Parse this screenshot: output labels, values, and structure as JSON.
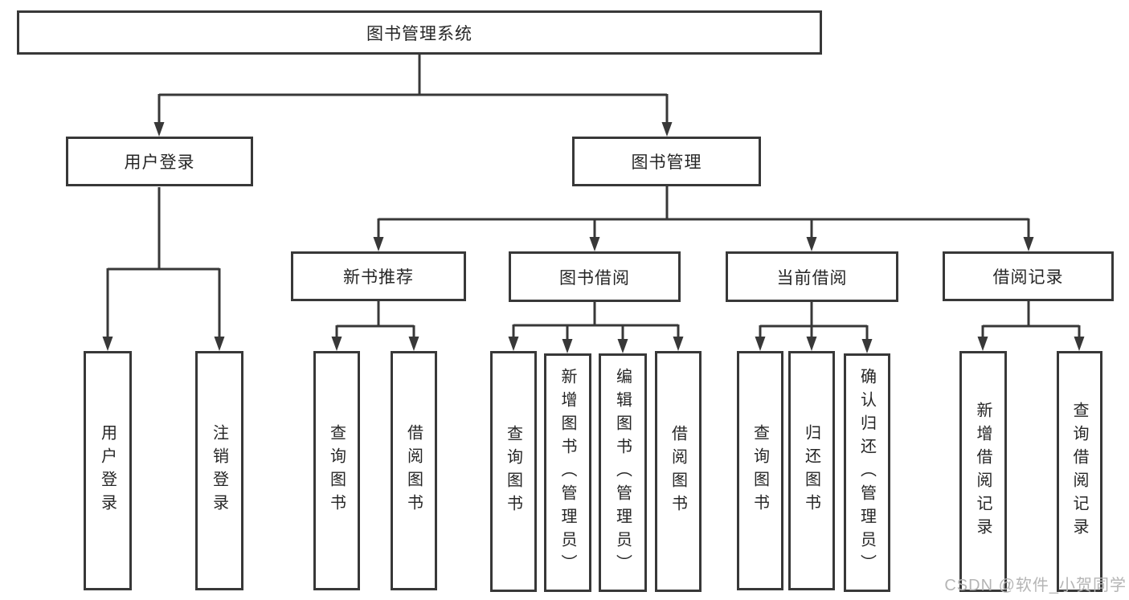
{
  "tree": {
    "label": "图书管理系统",
    "children": [
      {
        "label": "用户登录",
        "children": [
          {
            "label": "用户登录"
          },
          {
            "label": "注销登录"
          }
        ]
      },
      {
        "label": "图书管理",
        "children": [
          {
            "label": "新书推荐",
            "children": [
              {
                "label": "查询图书"
              },
              {
                "label": "借阅图书"
              }
            ]
          },
          {
            "label": "图书借阅",
            "children": [
              {
                "label": "查询图书"
              },
              {
                "label": "新增图书（管理员）"
              },
              {
                "label": "编辑图书（管理员）"
              },
              {
                "label": "借阅图书"
              }
            ]
          },
          {
            "label": "当前借阅",
            "children": [
              {
                "label": "查询图书"
              },
              {
                "label": "归还图书"
              },
              {
                "label": "确认归还（管理员）"
              }
            ]
          },
          {
            "label": "借阅记录",
            "children": [
              {
                "label": "新增借阅记录"
              },
              {
                "label": "查询借阅记录"
              }
            ]
          }
        ]
      }
    ]
  },
  "watermark": "CSDN @软件_小贺同学",
  "colors": {
    "line": "#383838",
    "text": "#262626",
    "watermark": "#b5b5b5"
  }
}
